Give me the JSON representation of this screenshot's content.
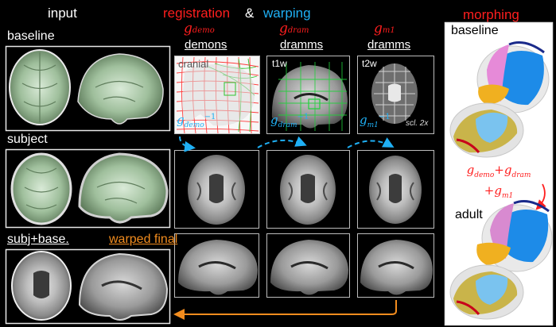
{
  "header": {
    "input": "input",
    "registration": "registration",
    "ampersand": "&",
    "warping": "warping",
    "morphing": "morphing"
  },
  "input": {
    "baseline": "baseline",
    "subject": "subject",
    "subj_base": "subj+base.",
    "warped_final": "warped final"
  },
  "registration": {
    "g": "g",
    "inverse_exp": "−1",
    "scale_note": "scl. 2x",
    "steps": [
      {
        "sub": "demo",
        "method": "demons",
        "tag": "cranial"
      },
      {
        "sub": "dram",
        "method": "dramms",
        "tag": "t1w"
      },
      {
        "sub": "m1",
        "method": "dramms",
        "tag": "t2w"
      }
    ]
  },
  "morphing": {
    "baseline": "baseline",
    "adult": "adult",
    "plus": "+"
  },
  "colors": {
    "registration": "#ff1e1e",
    "warping": "#1fb0f5",
    "final": "#f28c1e"
  }
}
